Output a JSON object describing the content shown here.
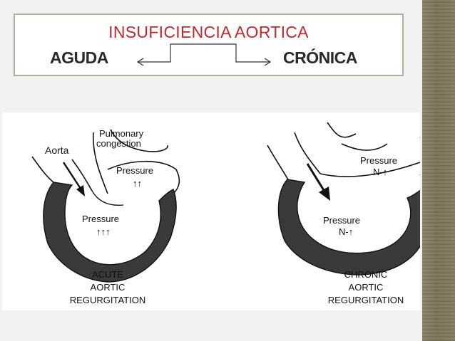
{
  "header": {
    "title": "INSUFICIENCIA  AORTICA",
    "left": "AGUDA",
    "right": "CRÓNICA"
  },
  "acute": {
    "aorta": "Aorta",
    "pulm_1": "Pulmonary",
    "pulm_2": "congestion",
    "la_pressure": "Pressure",
    "la_arrows": "↑↑",
    "lv_pressure": "Pressure",
    "lv_arrows": "↑↑↑",
    "caption_1": "ACUTE",
    "caption_2": "AORTIC",
    "caption_3": "REGURGITATION"
  },
  "chronic": {
    "la_pressure": "Pressure",
    "la_value": "N-↑",
    "lv_pressure": "Pressure",
    "lv_value": "N-↑",
    "caption_1": "CHRONIC",
    "caption_2": "AORTIC",
    "caption_3": "REGURGITATION"
  },
  "colors": {
    "title_red": "#c0282d",
    "sidebar": "#7b7257",
    "box_border": "#b3ad99"
  }
}
